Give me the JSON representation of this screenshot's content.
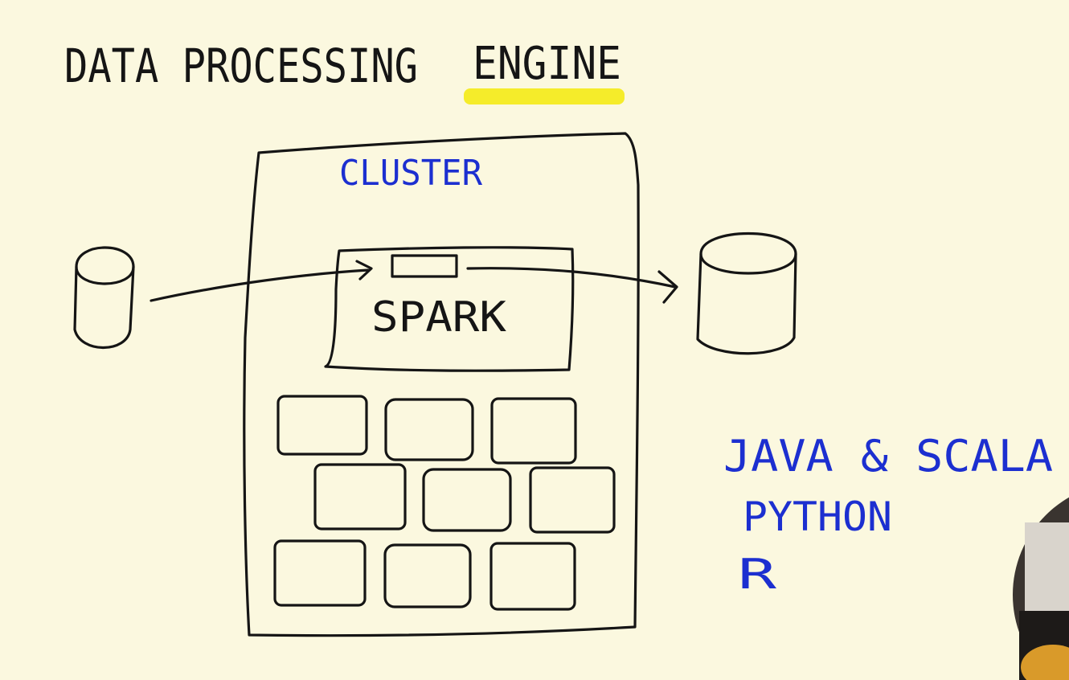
{
  "title": {
    "part1": "DATA PROCESSING",
    "part2": "ENGINE"
  },
  "cluster": {
    "label": "CLUSTER",
    "engine_label": "SPARK",
    "node_rows": [
      3,
      3,
      3
    ]
  },
  "languages": [
    "JAVA & SCALA",
    "PYTHON",
    "R"
  ],
  "colors": {
    "background": "#fbf8df",
    "ink": "#151515",
    "blue_ink": "#1c2fd0",
    "highlight": "#f5ec2a"
  }
}
